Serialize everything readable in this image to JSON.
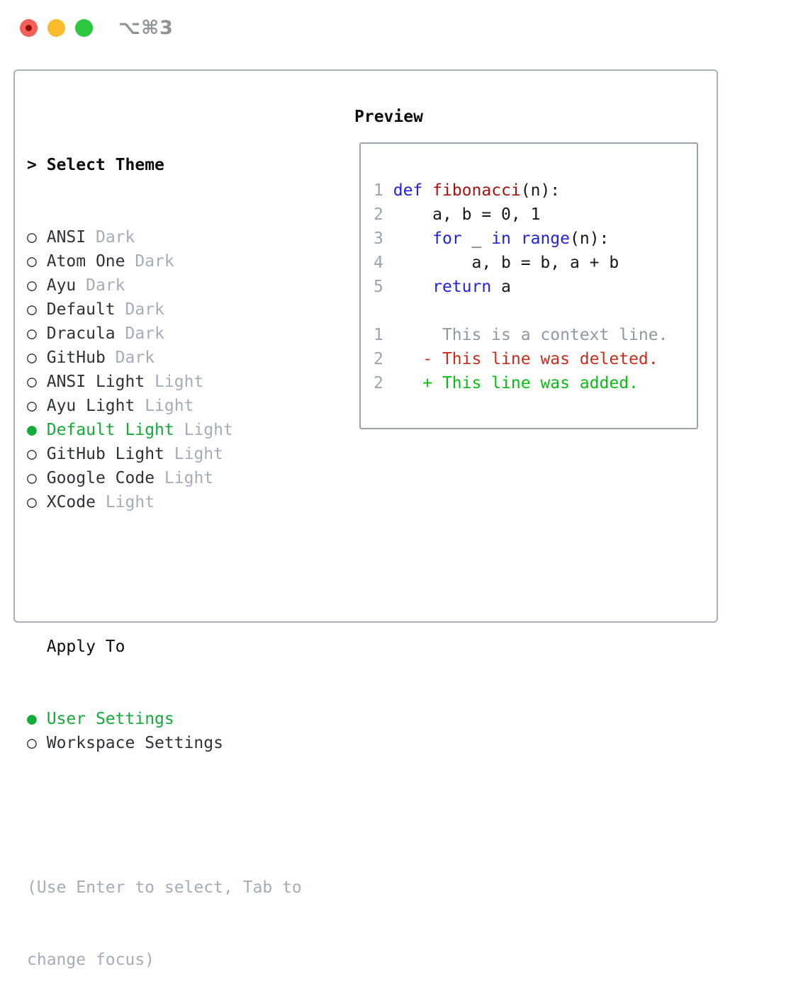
{
  "window": {
    "shortcut": "⌥⌘3"
  },
  "colors": {
    "traffic_red": "#f55f58",
    "traffic_red_dot": "#8c0d02",
    "traffic_yellow": "#fbbd2e",
    "traffic_green": "#2fc63f",
    "titlebar_text": "#8e9398",
    "panel_border": "#a9b0ba",
    "preview_border": "#9aa3ae",
    "text_primary": "#2e3339",
    "text_heading": "#0c0c0d",
    "text_muted": "#a4adb8",
    "selection_green": "#14ab3a",
    "line_number": "#9aa5b1",
    "context_gray": "#8f99a3",
    "diff_red": "#cb2d1c",
    "diff_green": "#09bd15",
    "keyword_blue": "#2222dd",
    "function_red": "#aa1212",
    "code_text": "#17181a"
  },
  "theme_panel": {
    "prompt": ">",
    "title": "Select Theme",
    "radio_unselected": "○",
    "radio_selected": "●",
    "themes": [
      {
        "name": "ANSI",
        "variant": "Dark",
        "selected": false
      },
      {
        "name": "Atom One",
        "variant": "Dark",
        "selected": false
      },
      {
        "name": "Ayu",
        "variant": "Dark",
        "selected": false
      },
      {
        "name": "Default",
        "variant": "Dark",
        "selected": false
      },
      {
        "name": "Dracula",
        "variant": "Dark",
        "selected": false
      },
      {
        "name": "GitHub",
        "variant": "Dark",
        "selected": false
      },
      {
        "name": "ANSI Light",
        "variant": "Light",
        "selected": false
      },
      {
        "name": "Ayu Light",
        "variant": "Light",
        "selected": false
      },
      {
        "name": "Default Light",
        "variant": "Light",
        "selected": true
      },
      {
        "name": "GitHub Light",
        "variant": "Light",
        "selected": false
      },
      {
        "name": "Google Code",
        "variant": "Light",
        "selected": false
      },
      {
        "name": "XCode",
        "variant": "Light",
        "selected": false
      }
    ],
    "apply_to": {
      "title": "Apply To",
      "options": [
        {
          "name": "User Settings",
          "selected": true
        },
        {
          "name": "Workspace Settings",
          "selected": false
        }
      ]
    },
    "help_lines": [
      "(Use Enter to select, Tab to",
      "change focus)"
    ]
  },
  "preview": {
    "title": "Preview",
    "lines": [
      {
        "kind": "code",
        "num": "1",
        "tokens": [
          [
            "pl",
            " "
          ],
          [
            "kw",
            "def"
          ],
          [
            "pl",
            " "
          ],
          [
            "fn",
            "fibonacci"
          ],
          [
            "pl",
            "(n):"
          ]
        ]
      },
      {
        "kind": "code",
        "num": "2",
        "tokens": [
          [
            "pl",
            "     a, b = 0, 1"
          ]
        ]
      },
      {
        "kind": "code",
        "num": "3",
        "tokens": [
          [
            "pl",
            "     "
          ],
          [
            "kw",
            "for"
          ],
          [
            "pl",
            " _ "
          ],
          [
            "kw",
            "in"
          ],
          [
            "pl",
            " "
          ],
          [
            "kw",
            "range"
          ],
          [
            "pl",
            "(n):"
          ]
        ]
      },
      {
        "kind": "code",
        "num": "4",
        "tokens": [
          [
            "pl",
            "         a, b = b, a + b"
          ]
        ]
      },
      {
        "kind": "code",
        "num": "5",
        "tokens": [
          [
            "pl",
            "     "
          ],
          [
            "kw",
            "return"
          ],
          [
            "pl",
            " a"
          ]
        ]
      },
      {
        "kind": "blank"
      },
      {
        "kind": "diff",
        "num": "1",
        "dtype": "context",
        "text": "      This is a context line."
      },
      {
        "kind": "diff",
        "num": "2",
        "dtype": "deleted",
        "text": "    - This line was deleted."
      },
      {
        "kind": "diff",
        "num": "2",
        "dtype": "added",
        "text": "    + This line was added."
      }
    ]
  }
}
